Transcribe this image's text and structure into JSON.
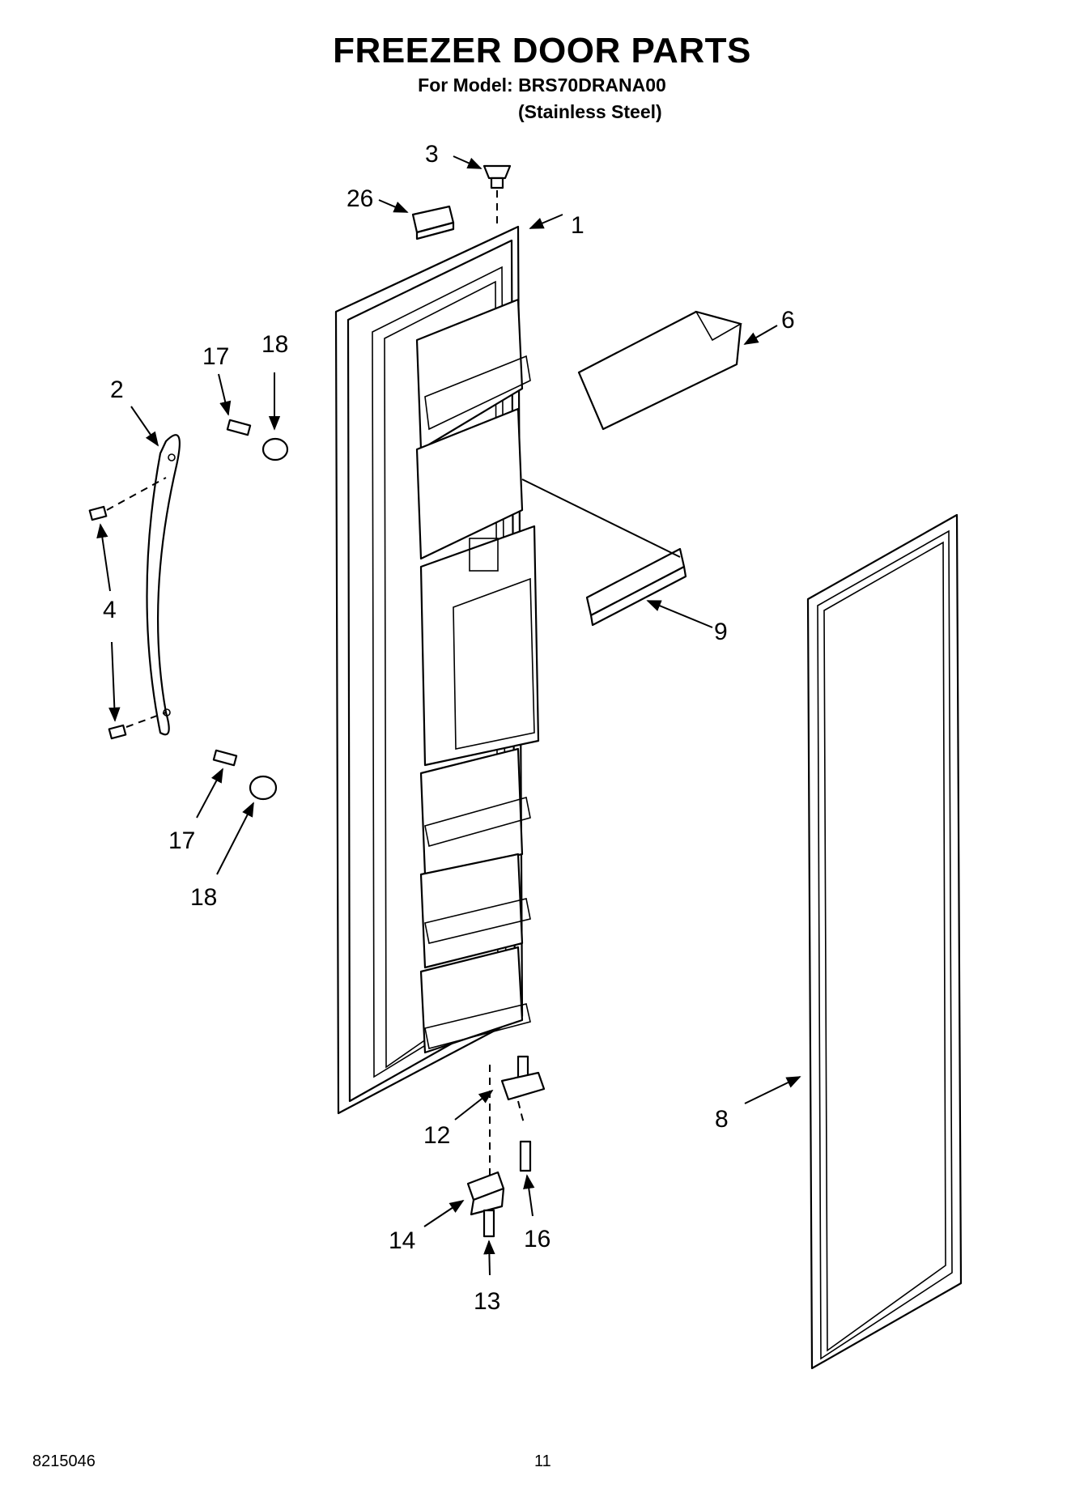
{
  "header": {
    "title": "FREEZER DOOR PARTS",
    "model_line": "For Model: BRS70DRANA00",
    "variant": "(Stainless Steel)"
  },
  "footer": {
    "doc_number": "8215046",
    "page_number": "11"
  },
  "callouts": {
    "c1": "1",
    "c2": "2",
    "c3": "3",
    "c4": "4",
    "c6": "6",
    "c8": "8",
    "c9": "9",
    "c12": "12",
    "c13": "13",
    "c14": "14",
    "c16": "16",
    "c17a": "17",
    "c17b": "17",
    "c18a": "18",
    "c18b": "18",
    "c26": "26"
  }
}
